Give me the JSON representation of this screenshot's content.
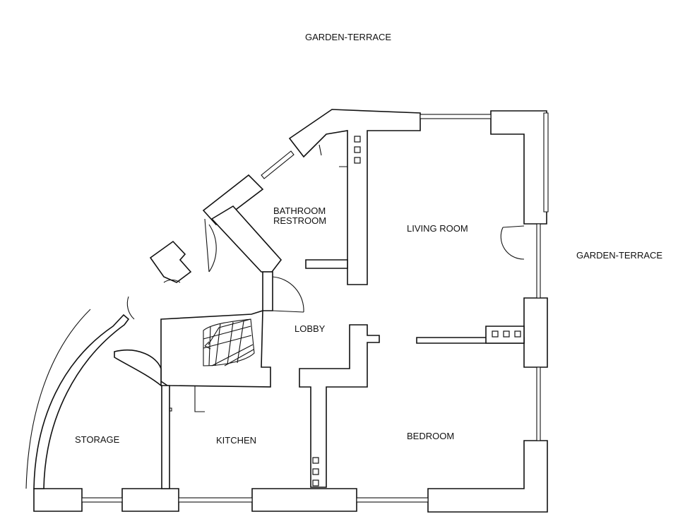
{
  "labels": {
    "garden_top": "GARDEN-TERRACE",
    "garden_right": "GARDEN-TERRACE",
    "bathroom_line1": "BATHROOM",
    "bathroom_line2": "RESTROOM",
    "living_room": "LIVING ROOM",
    "lobby": "LOBBY",
    "storage": "STORAGE",
    "kitchen": "KITCHEN",
    "bedroom": "BEDROOM"
  }
}
